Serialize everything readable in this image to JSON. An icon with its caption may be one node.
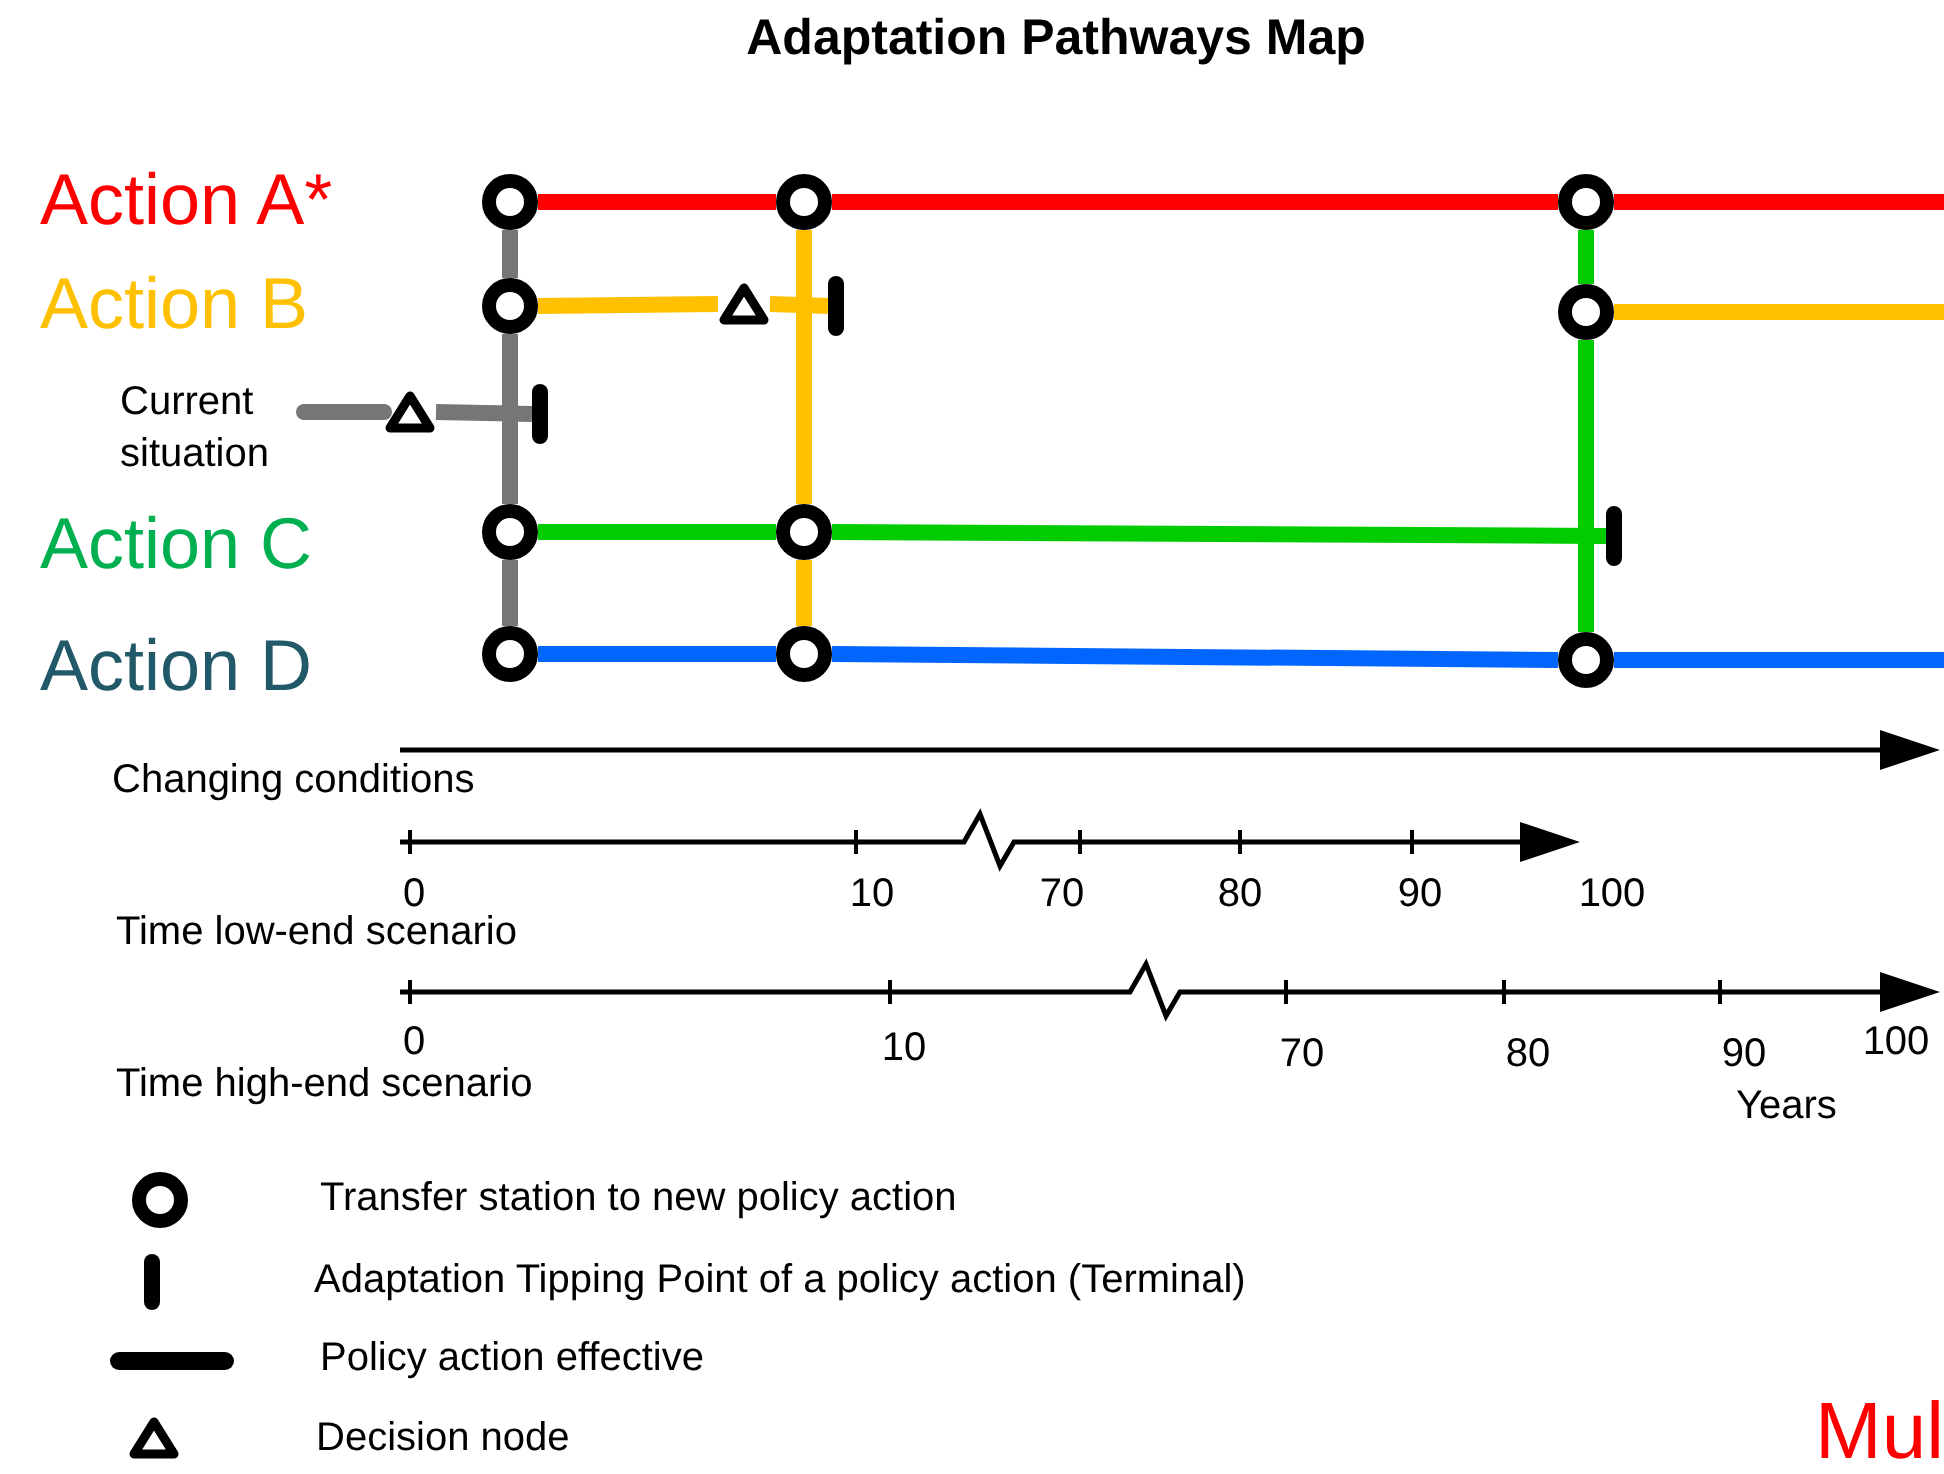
{
  "diagram": {
    "title": "Adaptation Pathways Map",
    "nodes": [
      {
        "text": [],
        "shape": "circle"
      },
      {
        "text": [],
        "shape": "circle"
      },
      {
        "text": [],
        "shape": "circle"
      },
      {
        "text": [],
        "shape": "circle"
      },
      {
        "text": [],
        "shape": "triangle"
      },
      {
        "text": [],
        "shape": "bar"
      },
      {
        "text": [],
        "shape": "circle"
      },
      {
        "text": [],
        "shape": "triangle"
      },
      {
        "text": [],
        "shape": "bar"
      },
      {
        "text": [],
        "shape": "circle"
      },
      {
        "text": [],
        "shape": "circle"
      },
      {
        "text": [],
        "shape": "bar"
      },
      {
        "text": [],
        "shape": "circle"
      },
      {
        "text": [],
        "shape": "circle"
      },
      {
        "text": [],
        "shape": "circle"
      }
    ],
    "edges": [
      {
        "from": 0,
        "to": 1,
        "arrow": "none",
        "color": "#ff0000"
      },
      {
        "from": 1,
        "to": 2,
        "arrow": "none",
        "color": "#ff0000"
      },
      {
        "from": 2,
        "to": null,
        "arrow": "none",
        "color": "#ff0000"
      },
      {
        "from": 3,
        "to": 4,
        "arrow": "none",
        "color": "#ffc000"
      },
      {
        "from": 4,
        "to": 5,
        "arrow": "none",
        "color": "#ffc000"
      },
      {
        "from": 6,
        "to": null,
        "arrow": "none",
        "color": "#ffc000"
      },
      {
        "from": null,
        "to": 7,
        "arrow": "none",
        "color": "#767676"
      },
      {
        "from": 7,
        "to": 8,
        "arrow": "none",
        "color": "#767676"
      },
      {
        "from": 0,
        "to": 3,
        "arrow": "none",
        "color": "#767676"
      },
      {
        "from": 3,
        "to": 9,
        "arrow": "none",
        "color": "#767676"
      },
      {
        "from": 9,
        "to": 12,
        "arrow": "none",
        "color": "#767676"
      },
      {
        "from": 1,
        "to": 10,
        "arrow": "none",
        "color": "#ffc000"
      },
      {
        "from": 10,
        "to": 13,
        "arrow": "none",
        "color": "#ffc000"
      },
      {
        "from": 9,
        "to": 10,
        "arrow": "none",
        "color": "#00cc00"
      },
      {
        "from": 10,
        "to": 11,
        "arrow": "none",
        "color": "#00cc00"
      },
      {
        "from": 2,
        "to": 6,
        "arrow": "none",
        "color": "#00cc00"
      },
      {
        "from": 6,
        "to": 14,
        "arrow": "none",
        "color": "#00cc00"
      },
      {
        "from": 12,
        "to": 13,
        "arrow": "none",
        "color": "#0066ff"
      },
      {
        "from": 13,
        "to": 14,
        "arrow": "none",
        "color": "#0066ff"
      },
      {
        "from": 14,
        "to": null,
        "arrow": "none",
        "color": "#0066ff"
      }
    ],
    "labels": [
      "Action A*",
      "Action B",
      "Current situation",
      "Action C",
      "Action D",
      "Changing conditions",
      "0",
      "10",
      "70",
      "80",
      "90",
      "100",
      "Time low-end scenario",
      "0",
      "10",
      "70",
      "80",
      "90",
      "100",
      "Time high-end scenario",
      "Years",
      "Mul"
    ],
    "legend": [
      {
        "text": "Transfer station to new policy action"
      },
      {
        "text": "Adaptation Tipping Point of a policy action (Terminal)"
      },
      {
        "text": "Policy action effective"
      },
      {
        "text": "Decision node"
      }
    ]
  }
}
